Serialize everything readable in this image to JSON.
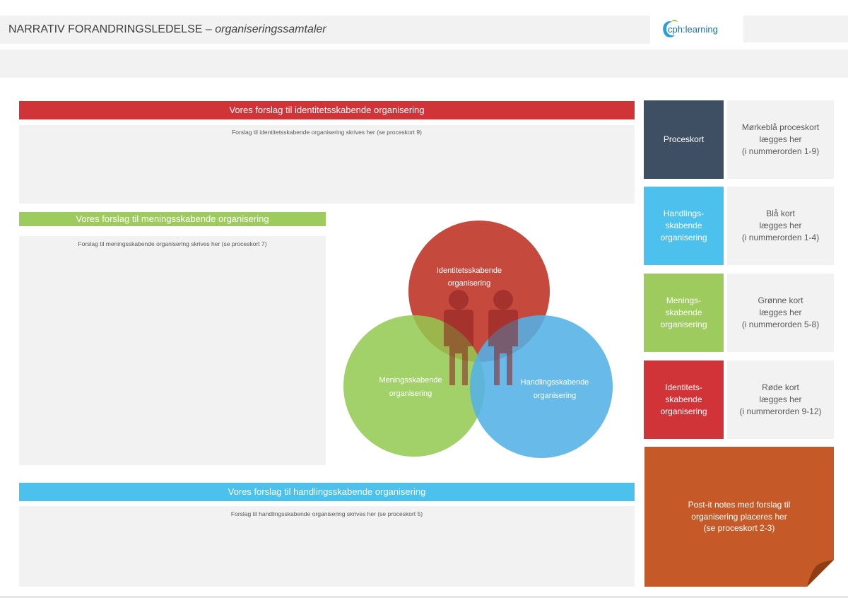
{
  "header": {
    "title_main": "NARRATIV FORANDRINGSLEDELSE",
    "title_sep": " – ",
    "title_sub": "organiseringssamtaler",
    "logo_text": "cph:learning"
  },
  "sections": {
    "identity": {
      "banner": "Vores forslag til identitetsskabende organisering",
      "hint": "Forslag til identitetsskabende organisering skrives her (se proceskort 9)"
    },
    "meaning": {
      "banner": "Vores forslag til meningsskabende organisering",
      "hint": "Forslag til meningsskabende organisering skrives her (se proceskort 7)"
    },
    "action": {
      "banner": "Vores forslag til handlingsskabende organisering",
      "hint": "Forslag til handlingsskabende organisering skrives her (se proceskort 5)"
    }
  },
  "venn": {
    "top_line1": "Identitetsskabende",
    "top_line2": "organisering",
    "left_line1": "Meningsskabende",
    "left_line2": "organisering",
    "right_line1": "Handlingsskabende",
    "right_line2": "organisering",
    "colors": {
      "red": "#c0392b",
      "green": "#92c950",
      "blue": "#53b1e6"
    }
  },
  "legend": [
    {
      "key": "Proceskort",
      "desc": "Mørkeblå proceskort\nlægges her\n(i nummerorden 1-9)",
      "color": "#3e4f64"
    },
    {
      "key": "Handlings-\nskabende\norganisering",
      "desc": "Blå kort\nlægges her\n(i nummerorden 1-4)",
      "color": "#4dc1ee"
    },
    {
      "key": "Menings-\nskabende\norganisering",
      "desc": "Grønne kort\nlægges her\n(i nummerorden 5-8)",
      "color": "#9dcb5d"
    },
    {
      "key": "Identitets-\nskabende\norganisering",
      "desc": "Røde kort\nlægges her\n(i nummerorden 9-12)",
      "color": "#d13438"
    }
  ],
  "postit": {
    "text": "Post-it notes med forslag til\norganisering placeres her\n(se proceskort 2-3)",
    "color": "#c55a28"
  }
}
